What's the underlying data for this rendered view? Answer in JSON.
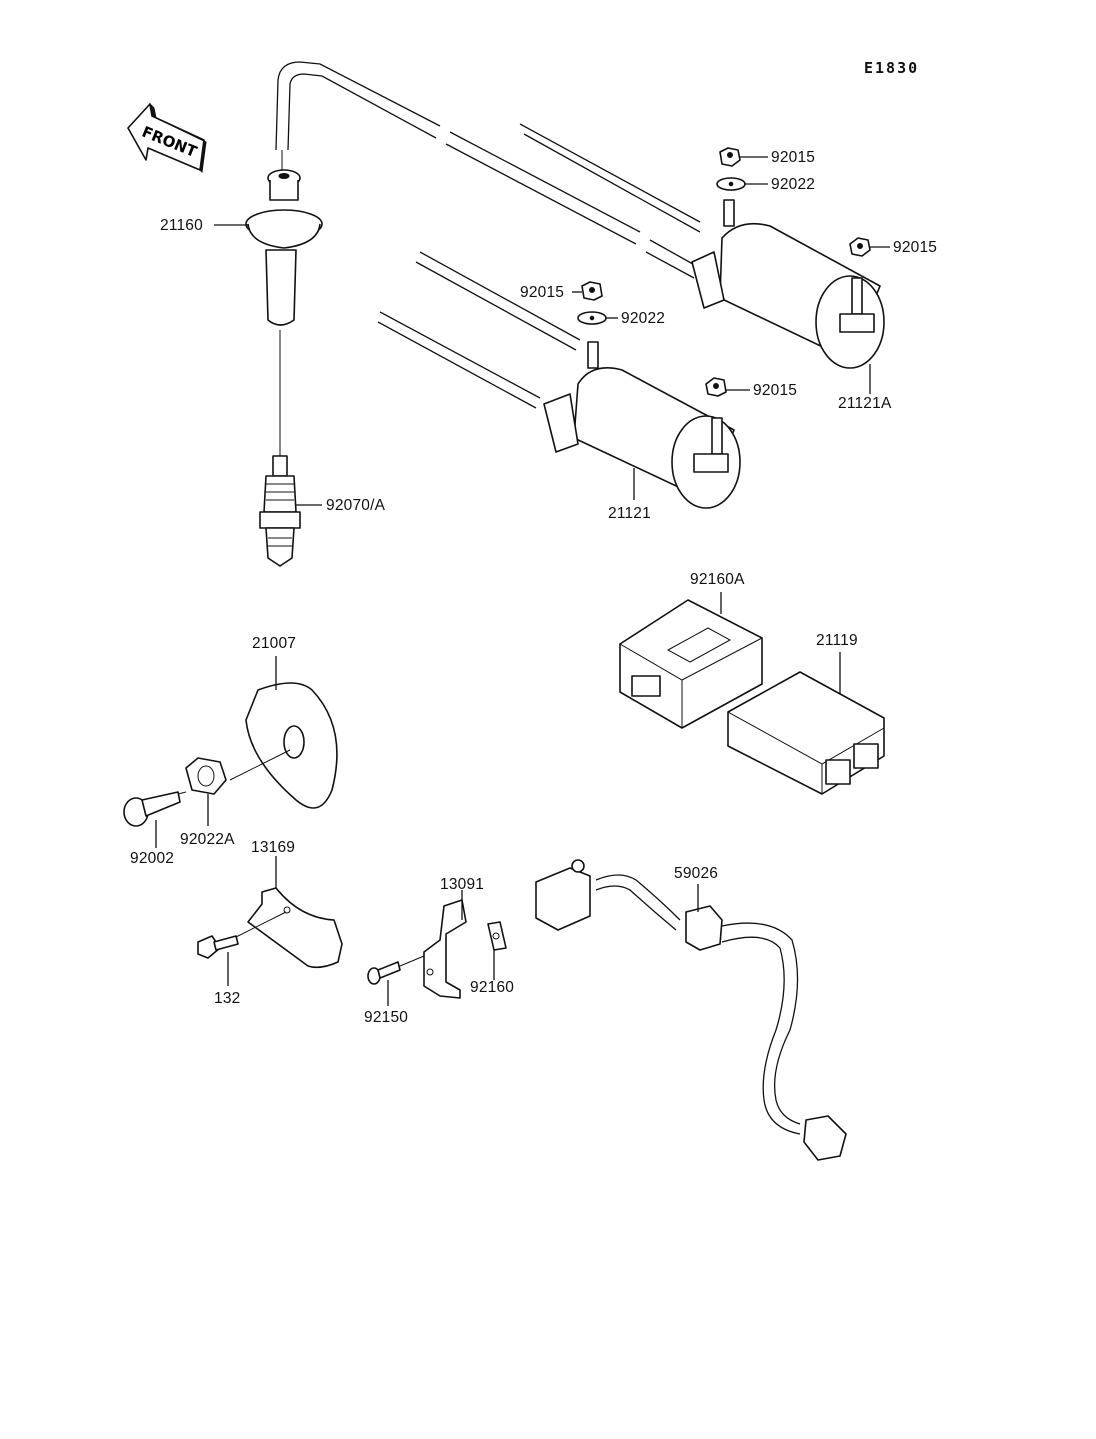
{
  "figure": {
    "reference_code": "E1830",
    "direction_badge": "FRONT",
    "background": "#ffffff",
    "ink": "#111111"
  },
  "parts": [
    {
      "id": "p21160",
      "number": "21160",
      "name": "spark plug cap"
    },
    {
      "id": "p92070",
      "number": "92070/A",
      "name": "spark plug"
    },
    {
      "id": "p92015a",
      "number": "92015",
      "name": "nut (upper coil, top)"
    },
    {
      "id": "p92022a",
      "number": "92022",
      "name": "washer (upper coil)"
    },
    {
      "id": "p92015b",
      "number": "92015",
      "name": "nut (upper coil, rear)"
    },
    {
      "id": "p21121A",
      "number": "21121A",
      "name": "ignition coil (rear)"
    },
    {
      "id": "p92015c",
      "number": "92015",
      "name": "nut (lower coil, top)"
    },
    {
      "id": "p92022b",
      "number": "92022",
      "name": "washer (lower coil)"
    },
    {
      "id": "p92015d",
      "number": "92015",
      "name": "nut (lower coil, rear)"
    },
    {
      "id": "p21121",
      "number": "21121",
      "name": "ignition coil (front)"
    },
    {
      "id": "p92160A",
      "number": "92160A",
      "name": "igniter cover"
    },
    {
      "id": "p21119",
      "number": "21119",
      "name": "igniter unit"
    },
    {
      "id": "p21007",
      "number": "21007",
      "name": "timing rotor"
    },
    {
      "id": "p92002",
      "number": "92002",
      "name": "bolt"
    },
    {
      "id": "p92022A",
      "number": "92022A",
      "name": "nut"
    },
    {
      "id": "p13169",
      "number": "13169",
      "name": "bracket"
    },
    {
      "id": "p132",
      "number": "132",
      "name": "bolt"
    },
    {
      "id": "p13091",
      "number": "13091",
      "name": "holder"
    },
    {
      "id": "p92160",
      "number": "92160",
      "name": "plate"
    },
    {
      "id": "p92150",
      "number": "92150",
      "name": "screw"
    },
    {
      "id": "p59026",
      "number": "59026",
      "name": "pickup coil"
    }
  ]
}
